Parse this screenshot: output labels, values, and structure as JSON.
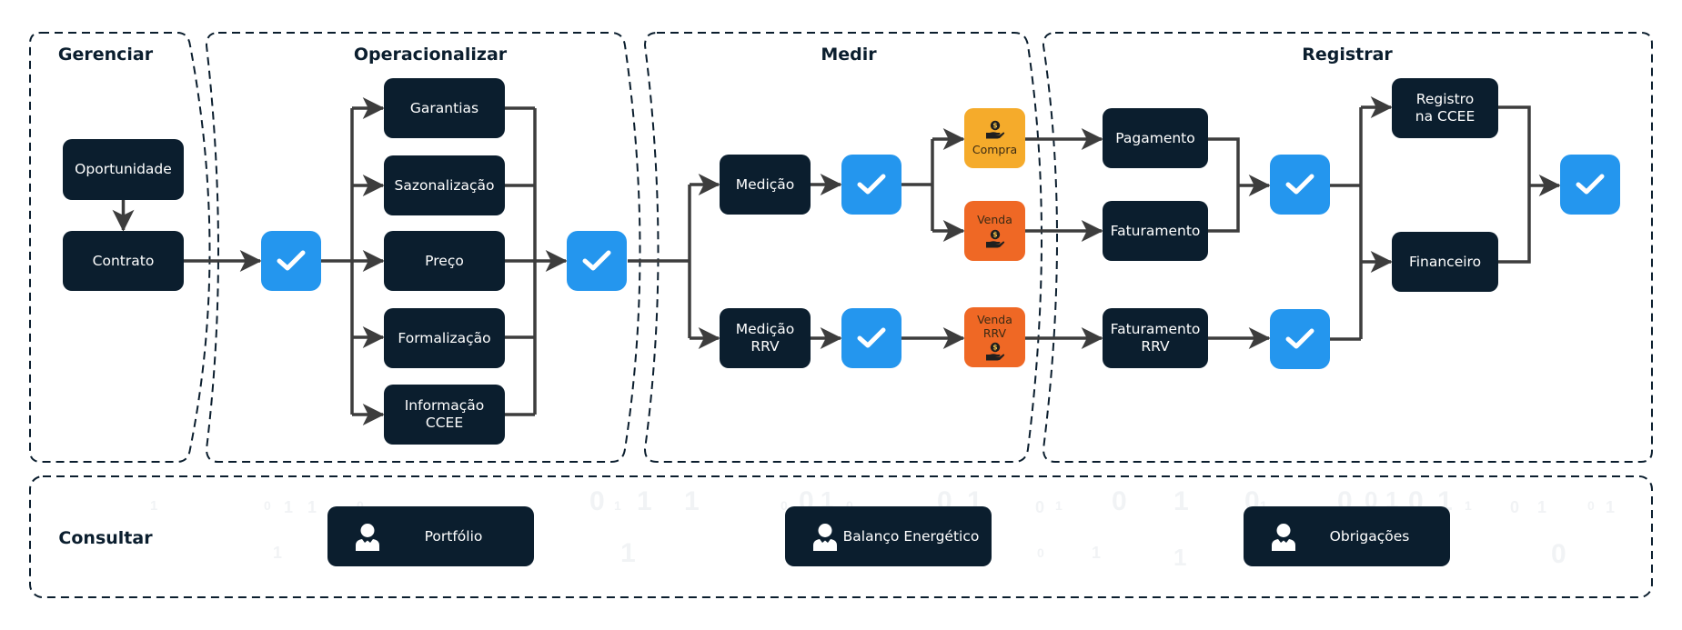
{
  "colors": {
    "node": "#0b1e2e",
    "check": "#2496ee",
    "compra": "#f5ab2b",
    "venda": "#ef6825",
    "connector": "#3d3d3d",
    "dashed_border": "#0b1e2e"
  },
  "sections": {
    "gerenciar": {
      "title": "Gerenciar"
    },
    "operacionalizar": {
      "title": "Operacionalizar"
    },
    "medir": {
      "title": "Medir"
    },
    "registrar": {
      "title": "Registrar"
    },
    "consultar": {
      "title": "Consultar"
    }
  },
  "gerenciar": {
    "oportunidade": "Oportunidade",
    "contrato": "Contrato"
  },
  "operacionalizar": {
    "items": [
      "Garantias",
      "Sazonalização",
      "Preço",
      "Formalização",
      "Informação\nCCEE"
    ]
  },
  "medir": {
    "medicao": "Medição",
    "medicao_rrv": "Medição\nRRV",
    "compra": "Compra",
    "venda": "Venda",
    "venda_rrv": "Venda\nRRV"
  },
  "registrar": {
    "pagamento": "Pagamento",
    "faturamento": "Faturamento",
    "faturamento_rrv": "Faturamento\nRRV",
    "registro_ccee": "Registro\nna CCEE",
    "financeiro": "Financeiro"
  },
  "consultar": {
    "buttons": [
      {
        "label": "Portfólio",
        "icon": "person-icon"
      },
      {
        "label": "Balanço Energético",
        "icon": "person-icon"
      },
      {
        "label": "Obrigações",
        "icon": "person-icon"
      }
    ]
  },
  "background_bits": [
    "1",
    "0",
    "1",
    "1",
    "0",
    "1",
    "0",
    "1",
    "1",
    "1",
    "1",
    "0",
    "0",
    "1",
    "0",
    "0",
    "1",
    "0",
    "1",
    "0",
    "0",
    "1",
    "1",
    "0",
    "1",
    "1",
    "0",
    "0",
    "1",
    "0",
    "1",
    "1",
    "0",
    "1",
    "0",
    "1",
    "0"
  ]
}
